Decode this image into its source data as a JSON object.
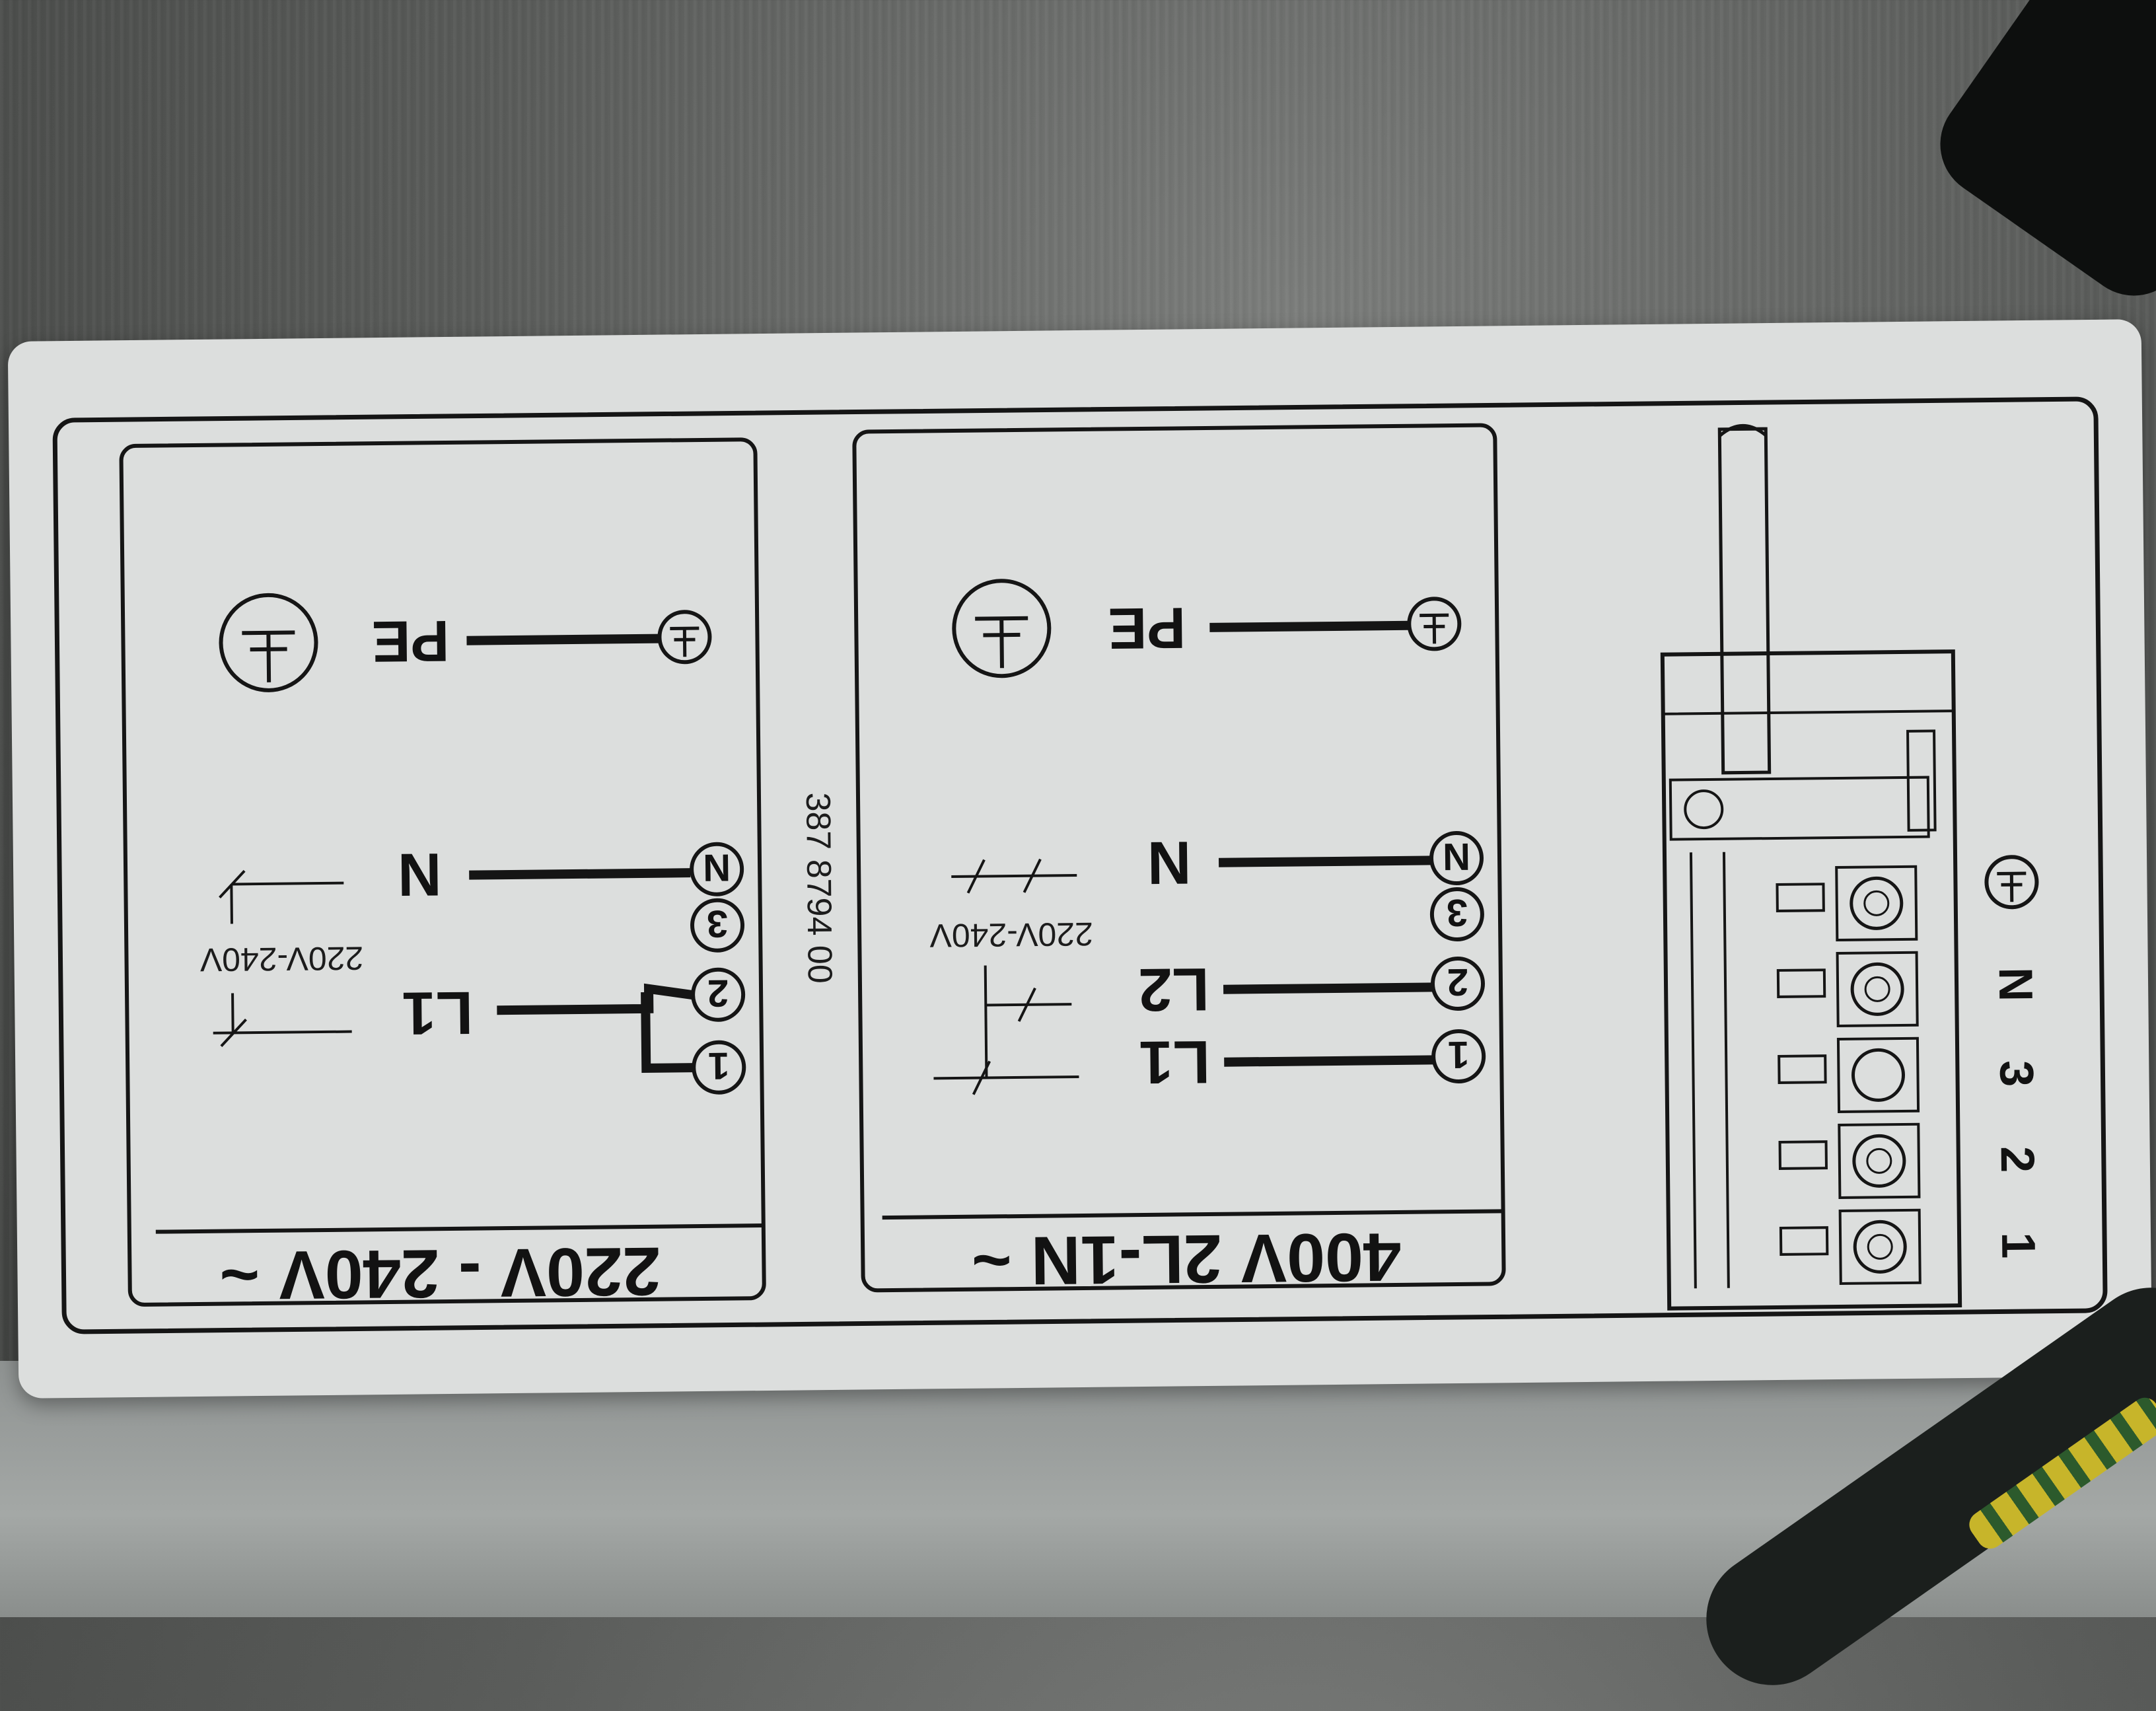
{
  "label": {
    "part_number": "387 8794 00",
    "left_panel": {
      "title": "220V - 240V ~",
      "terminals": [
        "1",
        "2",
        "3",
        "N"
      ],
      "wires": {
        "pe": "PE",
        "n": "N",
        "l1": "L1"
      },
      "voltage_note": "220V-240V"
    },
    "middle_panel": {
      "title": "400V 2L-1N ~",
      "terminals": [
        "1",
        "2",
        "3",
        "N"
      ],
      "wires": {
        "pe": "PE",
        "n": "N",
        "l1": "L1",
        "l2": "L2"
      },
      "voltage_note": "220V-240V"
    },
    "terminal_block": {
      "markings": [
        "1",
        "2",
        "3",
        "N"
      ]
    }
  },
  "icons": {
    "earth_symbol": "protective-earth-icon"
  },
  "colors": {
    "label_background": "#dcdedd",
    "print_color": "#121212"
  }
}
